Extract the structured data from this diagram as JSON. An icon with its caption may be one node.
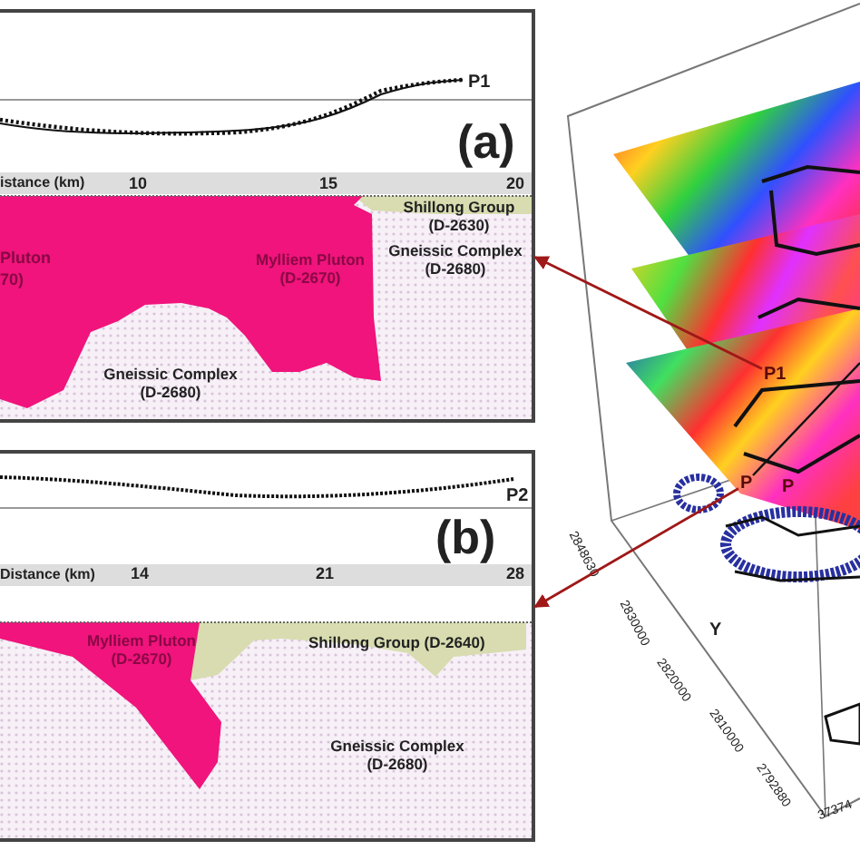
{
  "diagram": {
    "nodes": [
      {
        "text": [
          "(a)"
        ]
      },
      {
        "text": [
          "(b)"
        ]
      },
      {
        "text": [
          "P1"
        ]
      },
      {
        "text": [
          "P"
        ]
      }
    ],
    "edges": [
      {
        "from": 2,
        "to": 0,
        "arrow": "to"
      },
      {
        "from": 3,
        "to": 1,
        "arrow": "to"
      }
    ],
    "labels": [
      "P1",
      "istance (km)",
      "10",
      "15",
      "20",
      "Shillong Group (D-2630)",
      "Pluton",
      "70)",
      "Mylliem Pluton (D-2670)",
      "Gneissic Complex (D-2680)",
      "Gneissic Complex (D-2680)",
      "P2",
      "Distance (km)",
      "14",
      "21",
      "28",
      "Mylliem Pluton (D-2670)",
      "Shillong Group (D-2640)",
      "Gneissic Complex (D-2680)",
      "2848630",
      "2830000",
      "Y",
      "2820000",
      "2810000",
      "2792880",
      "37374",
      "P"
    ]
  }
}
